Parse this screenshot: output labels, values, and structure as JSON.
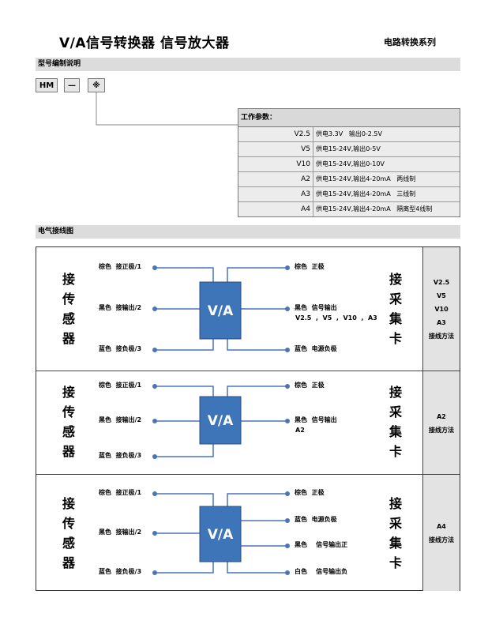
{
  "header": {
    "title": "V/A信号转换器   信号放大器",
    "series": "电路转换系列"
  },
  "model_section": {
    "heading": "型号编制说明",
    "codes": [
      "HM",
      "—",
      "※"
    ]
  },
  "params": {
    "heading": "工作参数：",
    "rows": [
      {
        "code": "V2.5",
        "desc": "供电3.3V   输出0-2.5V"
      },
      {
        "code": "V5",
        "desc": "供电15-24V,输出0-5V"
      },
      {
        "code": "V10",
        "desc": "供电15-24V,输出0-10V"
      },
      {
        "code": "A2",
        "desc": "供电15-24V,输出4-20mA   两线制"
      },
      {
        "code": "A3",
        "desc": "供电15-24V,输出4-20mA   三线制"
      },
      {
        "code": "A4",
        "desc": "供电15-24V,输出4-20mA   隔离型4线制"
      }
    ]
  },
  "wiring": {
    "heading": "电气接线图",
    "sensor_label": "接传感器",
    "card_label": "接采集卡",
    "box_label": "V/A",
    "colors": {
      "line": "#4a74b8",
      "box": "#3e74b8",
      "box_border": "#2c4f85"
    },
    "panels": [
      {
        "left": [
          "棕色  接正极/1",
          "黑色  接输出/2",
          "蓝色  接负极/3"
        ],
        "right": [
          "棕色  正极",
          "黑色  信号输出",
          "蓝色  电源负极"
        ],
        "right_extra": "V2.5  ,  V5  ,  V10  ,  A3",
        "method": [
          "V2.5",
          "V5",
          "V10",
          "A3",
          "接线方法"
        ]
      },
      {
        "left": [
          "棕色  接正极/1",
          "黑色  接输出/2",
          "蓝色  接负极/3"
        ],
        "right": [
          "棕色  正极",
          "黑色  信号输出"
        ],
        "right_extra": "A2",
        "method": [
          "A2",
          "接线方法"
        ]
      },
      {
        "left": [
          "棕色  接正极/1",
          "黑色  接输出/2",
          "蓝色  接负极/3"
        ],
        "right": [
          "棕色  正极",
          "蓝色  电源负极",
          "黑色    信号输出正",
          "白色    信号输出负"
        ],
        "method": [
          "A4",
          "接线方法"
        ]
      }
    ]
  }
}
